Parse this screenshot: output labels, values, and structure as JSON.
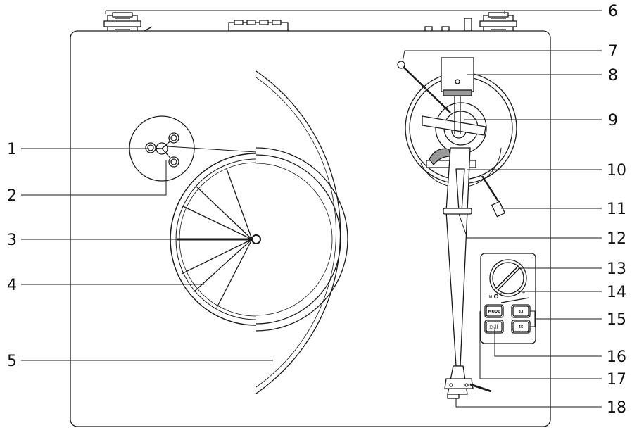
{
  "callouts": {
    "c1": "1",
    "c2": "2",
    "c3": "3",
    "c4": "4",
    "c5": "5",
    "c6": "6",
    "c7": "7",
    "c8": "8",
    "c9": "9",
    "c10": "10",
    "c11": "11",
    "c12": "12",
    "c13": "13",
    "c14": "14",
    "c15": "15",
    "c16": "16",
    "c17": "17",
    "c18": "18"
  },
  "control_panel": {
    "mode_label": "MODE",
    "speed_33_label": "33",
    "speed_45_label": "45",
    "play_pause_symbol": "▷II",
    "led_label": "M",
    "pitch_minus": "−",
    "pitch_plus": "+"
  },
  "colors": {
    "line": "#1a1a1a",
    "fill": "#ffffff",
    "shade": "#9a9a9a"
  }
}
